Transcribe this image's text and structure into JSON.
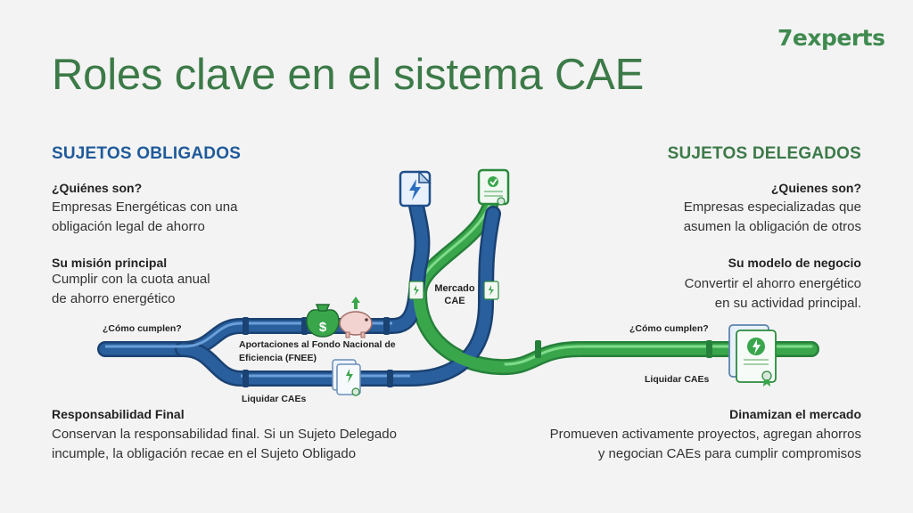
{
  "brand": {
    "logo_text": "7experts"
  },
  "title": "Roles clave en el sistema CAE",
  "obligados": {
    "header": "SUJETOS OBLIGADOS",
    "who_title": "¿Quiénes son?",
    "who_line1": "Empresas Energéticas con una",
    "who_line2": "obligación legal de ahorro",
    "mission_title": "Su misión principal",
    "mission_line1": "Cumplir con la cuota anual",
    "mission_line2": "de ahorro energético",
    "final_title": "Responsabilidad Final",
    "final_line1": "Conservan la responsabilidad final. Si un Sujeto Delegado",
    "final_line2": "incumple, la obligación recae en el Sujeto Obligado"
  },
  "delegados": {
    "header": "SUJETOS DELEGADOS",
    "who_title": "¿Quienes son?",
    "who_line1": "Empresas especializadas que",
    "who_line2": "asumen la obligación de otros",
    "model_title": "Su modelo de negocio",
    "model_line1": "Convertir el ahorro energético",
    "model_line2": "en su actividad principal.",
    "dyn_title": "Dinamizan el mercado",
    "dyn_line1": "Promueven activamente proyectos, agregan ahorros",
    "dyn_line2": "y negocian CAEs para cumplir compromisos"
  },
  "diagram": {
    "how_left": "¿Cómo cumplen?",
    "how_right": "¿Cómo cumplen?",
    "fnee_line1": "Aportaciones al Fondo Nacional de",
    "fnee_line2": "Eficiencia (FNEE)",
    "liquidar_left": "Liquidar CAEs",
    "liquidar_right": "Liquidar CAEs",
    "market_line1": "Mercado",
    "market_line2": "CAE",
    "money_symbol": "$"
  },
  "colors": {
    "blue_pipe": "#2a5f9e",
    "green_pipe": "#3aa64c",
    "title_green": "#3c7a48",
    "header_blue": "#1f5a9a"
  },
  "icons": [
    "lightning-document-icon",
    "certificate-document-icon",
    "money-bag-icon",
    "piggy-bank-icon",
    "certificate-icon"
  ]
}
